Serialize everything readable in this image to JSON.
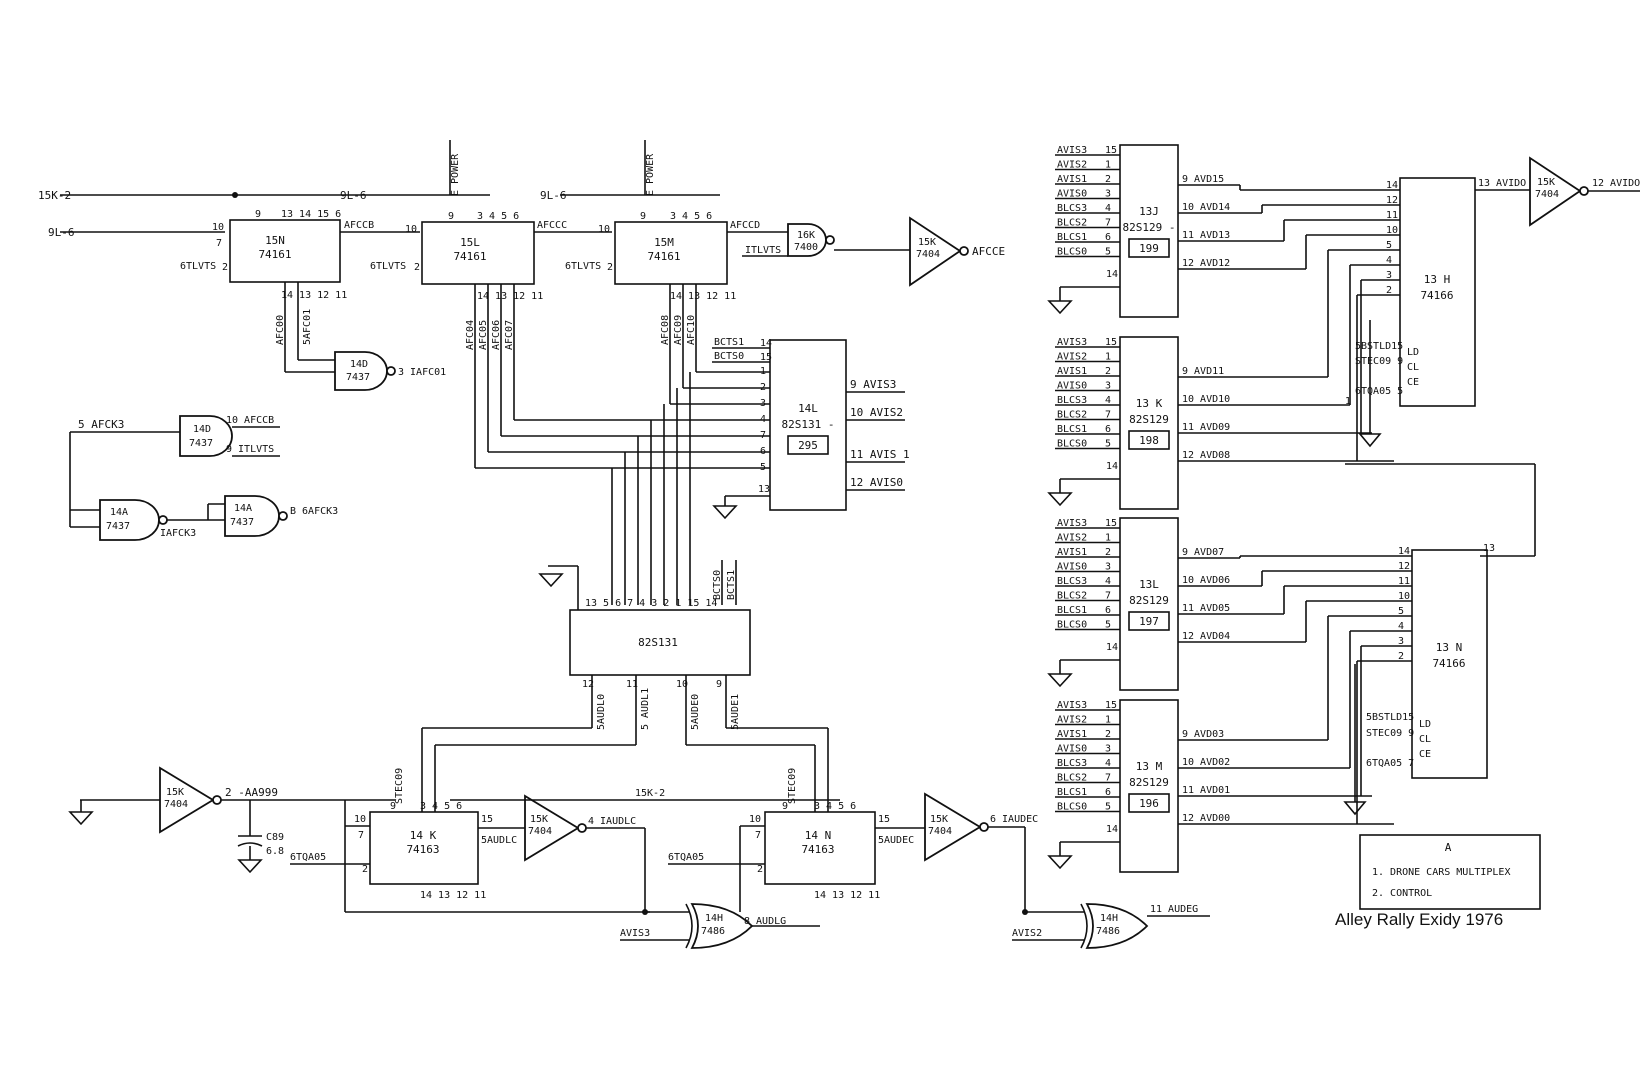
{
  "caption": "Alley Rally  Exidy 1976",
  "note": {
    "letter": "A",
    "line1": "1. DRONE CARS MULTIPLEX",
    "line2": "2. CONTROL"
  },
  "chips": {
    "c15n": {
      "ref": "15N",
      "type": "74161"
    },
    "c15l": {
      "ref": "15L",
      "type": "74161"
    },
    "c15m": {
      "ref": "15M",
      "type": "74161"
    },
    "c16k": {
      "ref": "16K",
      "type": "7400"
    },
    "c15k_top": {
      "ref": "15K",
      "type": "7404"
    },
    "c14d_top": {
      "ref": "14D",
      "type": "7437"
    },
    "c14d_left": {
      "ref": "14D",
      "type": "7437"
    },
    "c14a_1": {
      "ref": "14A",
      "type": "7437"
    },
    "c14a_2": {
      "ref": "14A",
      "type": "7437"
    },
    "c14l": {
      "ref": "14L",
      "type": "82S131 -",
      "num": "295"
    },
    "c82s131": {
      "ref": "82S131"
    },
    "c15k_l": {
      "ref": "15K",
      "type": "7404"
    },
    "c14k": {
      "ref": "14 K",
      "type": "74163"
    },
    "c15k_m": {
      "ref": "15K",
      "type": "7404"
    },
    "c14n": {
      "ref": "14 N",
      "type": "74163"
    },
    "c15k_r": {
      "ref": "15K",
      "type": "7404"
    },
    "c14h_1": {
      "ref": "14H",
      "type": "7486"
    },
    "c14h_2": {
      "ref": "14H",
      "type": "7486"
    },
    "c13j": {
      "ref": "13J",
      "type": "82S129 -",
      "num": "199"
    },
    "c13k": {
      "ref": "13 K",
      "type": "82S129",
      "num": "198"
    },
    "c13l": {
      "ref": "13L",
      "type": "82S129",
      "num": "197"
    },
    "c13m": {
      "ref": "13 M",
      "type": "82S129",
      "num": "196"
    },
    "c13h": {
      "ref": "13 H",
      "type": "74166"
    },
    "c13n": {
      "ref": "13 N",
      "type": "74166"
    },
    "c15k_out": {
      "ref": "15K",
      "type": "7404"
    },
    "cap": {
      "ref": "C89",
      "val": "6.8"
    }
  },
  "signals": {
    "k15_2": "15K-2",
    "l9_6": "9L-6",
    "e_power": "E POWER",
    "afccb": "AFCCB",
    "afccc": "AFCCC",
    "afccd": "AFCCD",
    "afcce": "AFCCE",
    "itlvts": "ITLVTS",
    "tlvts6": "6TLVTS",
    "afc00": "AFC00",
    "afc01_5": "5AFC01",
    "afc01_3": "3 IAFC01",
    "afc04": "AFC04",
    "afc05": "AFC05",
    "afc06": "AFC06",
    "afc07": "AFC07",
    "afc08": "AFC08",
    "afc09": "AFC09",
    "afc10": "AFC10",
    "afck3_5": "5 AFCK3",
    "afccb_10": "10 AFCCB",
    "itlvts_9": "9 ITLVTS",
    "afck3_1": "IAFCK3",
    "afck3_6": "B 6AFCK3",
    "bcts1": "BCTS1",
    "bcts0": "BCTS0",
    "avis3_9": "9 AVIS3",
    "avis2_10": "10 AVIS2",
    "avis1_11": "11 AVIS 1",
    "avis0_12": "12 AVIS0",
    "audl0": "5AUDL0",
    "audl1": "5 AUDL1",
    "aude0": "5AUDE0",
    "aude1": "5AUDE1",
    "steco9": "STEC09",
    "aa999": "2 -AA999",
    "tqa05": "6TQA05",
    "audlc_5": "5AUDLC",
    "audlc_4": "4 IAUDLC",
    "audec_5": "5AUDEC",
    "audec_6": "6 IAUDEC",
    "avis3": "AVIS3",
    "avis2": "AVIS2",
    "audlg": "8  AUDLG",
    "audeg": "11  AUDEG",
    "avido_13": "13 AVIDO",
    "avido_12": "12 AVIDO",
    "sbstld": "5BSTLD15",
    "steco9b": "STEC09 9",
    "tqa05_5": "6TQA05 5",
    "tqa05_7": "6TQA05 7",
    "ld": "LD",
    "cl": "CL",
    "ce": "CE"
  },
  "rom_inputs": [
    "AVIS3",
    "AVIS2",
    "AVIS1",
    "AVIS0",
    "BLCS3",
    "BLCS2",
    "BLCS1",
    "BLCS0"
  ],
  "rom_input_pins": [
    "15",
    "1",
    "2",
    "3",
    "4",
    "7",
    "6",
    "5"
  ],
  "rom_outputs": {
    "c13j": [
      "9 AVD15",
      "10 AVD14",
      "11 AVD13",
      "12 AVD12"
    ],
    "c13k": [
      "9 AVD11",
      "10 AVD10",
      "11 AVD09",
      "12 AVD08"
    ],
    "c13l": [
      "9 AVD07",
      "10 AVD06",
      "11 AVD05",
      "12 AVD04"
    ],
    "c13m": [
      "9 AVD03",
      "10 AVD02",
      "11 AVD01",
      "12 AVD00"
    ]
  },
  "shift_pins": [
    "14",
    "12",
    "11",
    "10",
    "5",
    "4",
    "3",
    "2"
  ]
}
